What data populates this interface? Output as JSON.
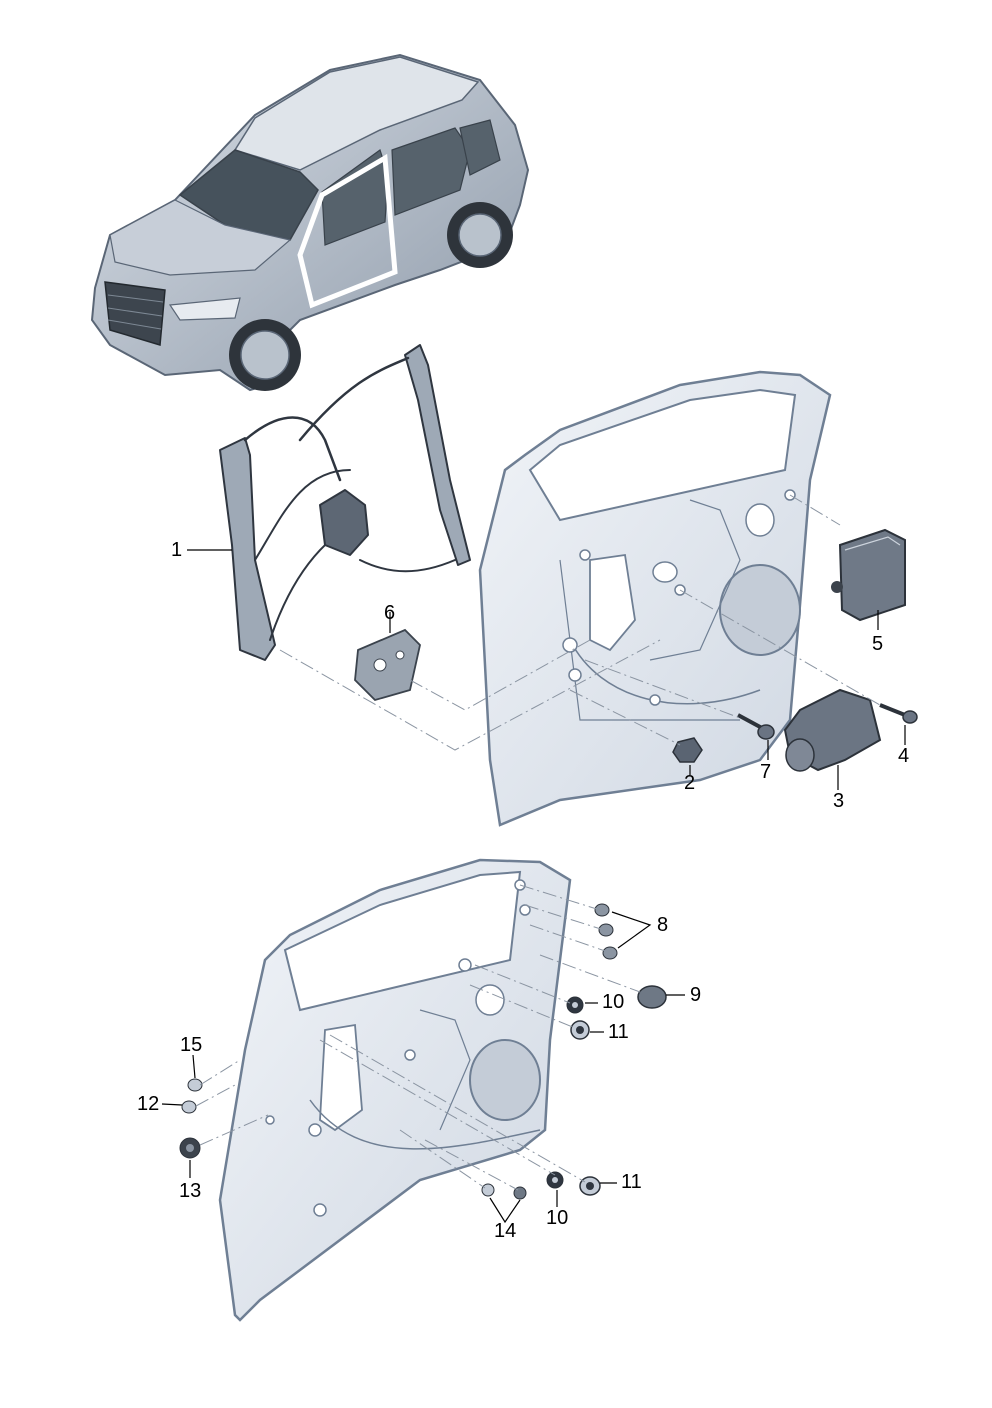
{
  "diagram": {
    "callouts": {
      "n1": "1",
      "n2": "2",
      "n3": "3",
      "n4": "4",
      "n5": "5",
      "n6": "6",
      "n7": "7",
      "n8": "8",
      "n9": "9",
      "n10a": "10",
      "n10b": "10",
      "n11a": "11",
      "n11b": "11",
      "n12": "12",
      "n13": "13",
      "n14": "14",
      "n15": "15"
    }
  },
  "colors": {
    "metal_fill": "#e4eaf2",
    "metal_stroke": "#6f7f94",
    "dark_part": "#4b5666",
    "car_body": "#9aa6b4",
    "glass": "#4e5a62"
  }
}
